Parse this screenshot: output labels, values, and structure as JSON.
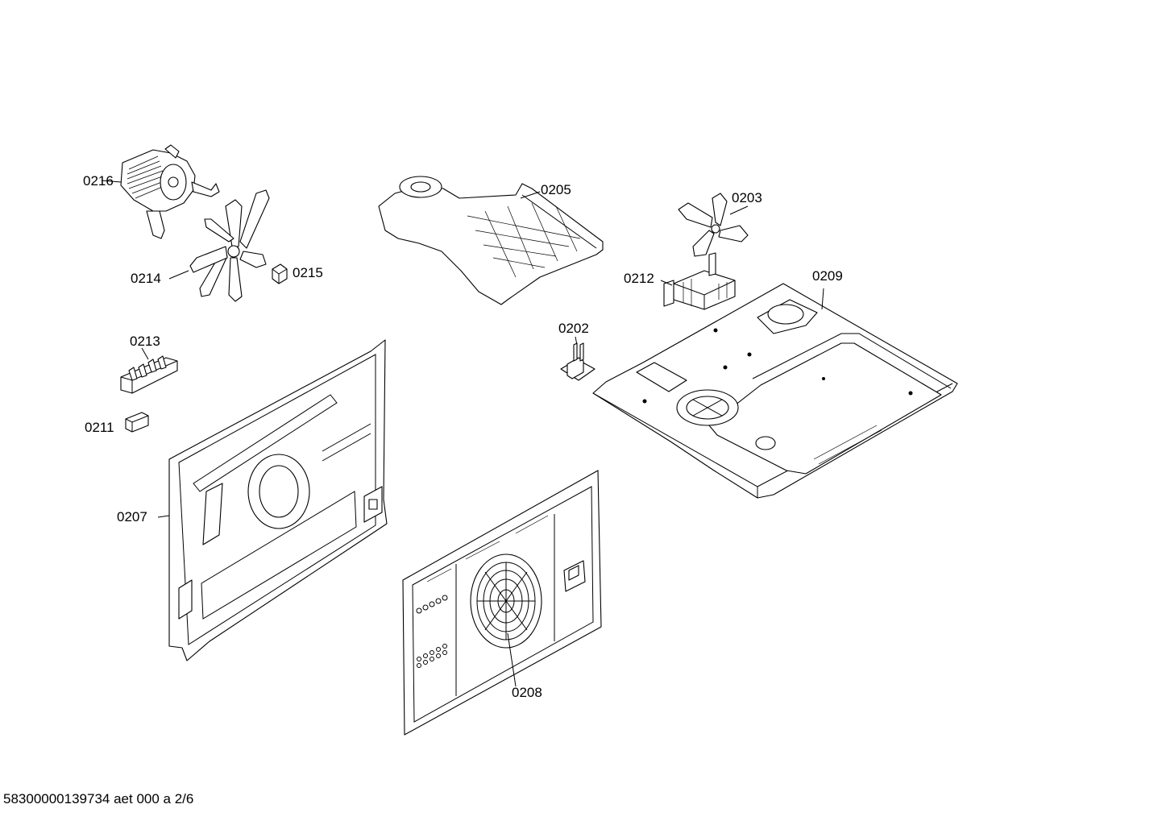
{
  "diagram": {
    "parts": [
      {
        "id": "p0216",
        "label": "0216"
      },
      {
        "id": "p0214",
        "label": "0214"
      },
      {
        "id": "p0215",
        "label": "0215"
      },
      {
        "id": "p0205",
        "label": "0205"
      },
      {
        "id": "p0203",
        "label": "0203"
      },
      {
        "id": "p0212",
        "label": "0212"
      },
      {
        "id": "p0209",
        "label": "0209"
      },
      {
        "id": "p0213",
        "label": "0213"
      },
      {
        "id": "p0211",
        "label": "0211"
      },
      {
        "id": "p0202",
        "label": "0202"
      },
      {
        "id": "p0207",
        "label": "0207"
      },
      {
        "id": "p0208",
        "label": "0208"
      }
    ],
    "footer": "58300000139734 aet 000 a 2/6"
  }
}
